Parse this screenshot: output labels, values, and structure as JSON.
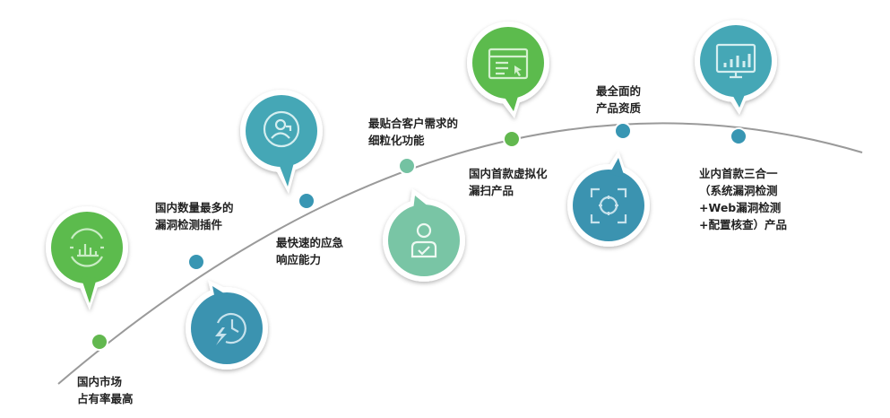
{
  "colors": {
    "green": "#5bbb4e",
    "teal": "#45a7b6",
    "blue": "#3a93b0",
    "mint": "#79c5a5",
    "curve": "#9a9a9a",
    "dot_green": "#62b84f",
    "dot_blue": "#3896b3",
    "dot_mint": "#74c2a2"
  },
  "milestones": [
    {
      "id": "m1",
      "icon": "bar-chart-circle-icon",
      "lines": [
        "国内市场",
        "占有率最高"
      ]
    },
    {
      "id": "m2",
      "icon": "clock-lightning-icon",
      "lines": [
        "国内数量最多的",
        "漏洞检测插件"
      ]
    },
    {
      "id": "m3",
      "icon": "user-headset-icon",
      "lines": [
        "最快速的应急",
        "响应能力"
      ]
    },
    {
      "id": "m4",
      "icon": "user-check-icon",
      "lines": [
        "最贴合客户需求的",
        "细粒化功能"
      ]
    },
    {
      "id": "m5",
      "icon": "browser-window-icon",
      "lines": [
        "国内首款虚拟化",
        "漏扫产品"
      ]
    },
    {
      "id": "m6",
      "icon": "scan-target-icon",
      "lines": [
        "最全面的",
        "产品资质"
      ]
    },
    {
      "id": "m7",
      "icon": "monitor-chart-icon",
      "lines": [
        "业内首款三合一",
        "（系统漏洞检测",
        "+Web漏洞检测",
        "+配置核查）产品"
      ]
    }
  ]
}
